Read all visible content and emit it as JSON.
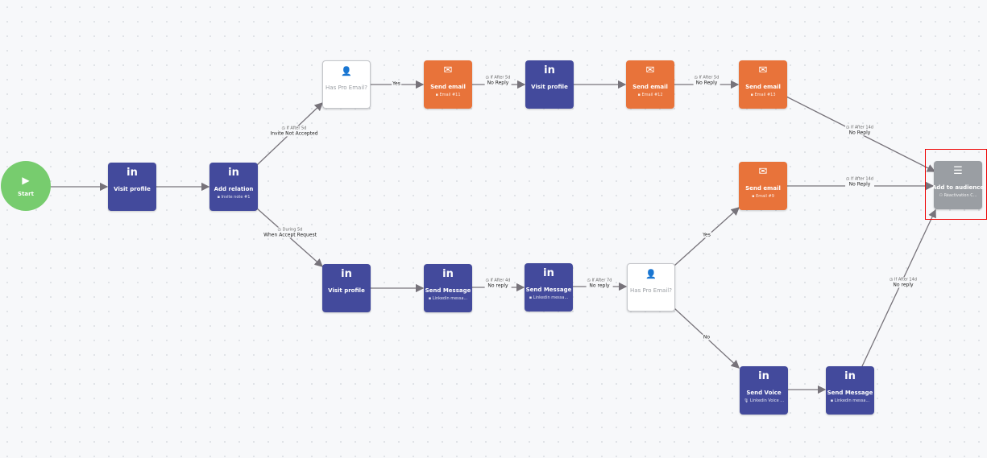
{
  "colors": {
    "linkedin": "#434a9c",
    "email": "#e8733a",
    "condition": "#ffffff",
    "audience": "#9a9ea3",
    "start": "#77cc6e",
    "selection": "#ee0000"
  },
  "start": {
    "label": "Start",
    "icon": "play-icon"
  },
  "nodes": [
    {
      "id": "visit1",
      "type": "linkedin",
      "icon": "linkedin-icon",
      "title": "Visit profile",
      "sub": ""
    },
    {
      "id": "addrel",
      "type": "linkedin",
      "icon": "linkedin-icon",
      "title": "Add relation",
      "sub": "Invite note #1"
    },
    {
      "id": "cond1",
      "type": "condition",
      "icon": "user-info-icon",
      "title": "Has Pro Email?",
      "sub": ""
    },
    {
      "id": "email11",
      "type": "email",
      "icon": "mail-icon",
      "title": "Send email",
      "sub": "Email #11"
    },
    {
      "id": "visit2",
      "type": "linkedin",
      "icon": "linkedin-icon",
      "title": "Visit profile",
      "sub": ""
    },
    {
      "id": "email12",
      "type": "email",
      "icon": "mail-icon",
      "title": "Send email",
      "sub": "Email #12"
    },
    {
      "id": "email13",
      "type": "email",
      "icon": "mail-icon",
      "title": "Send email",
      "sub": "Email #13"
    },
    {
      "id": "audience",
      "type": "audience",
      "icon": "list-add-icon",
      "title": "Add to audience",
      "sub": "Réactivation C..."
    },
    {
      "id": "email9",
      "type": "email",
      "icon": "mail-icon",
      "title": "Send email",
      "sub": "Email #9"
    },
    {
      "id": "visit3",
      "type": "linkedin",
      "icon": "linkedin-icon",
      "title": "Visit profile",
      "sub": ""
    },
    {
      "id": "msg1",
      "type": "linkedin",
      "icon": "linkedin-icon",
      "title": "Send Message",
      "sub": "Linkedin messa..."
    },
    {
      "id": "msg2",
      "type": "linkedin",
      "icon": "linkedin-icon",
      "title": "Send Message",
      "sub": "Linkedin messa..."
    },
    {
      "id": "cond2",
      "type": "condition",
      "icon": "user-info-icon",
      "title": "Has Pro Email?",
      "sub": ""
    },
    {
      "id": "voice",
      "type": "linkedin",
      "icon": "linkedin-icon",
      "title": "Send Voice",
      "sub": "Linkedin Voice ..."
    },
    {
      "id": "msg3",
      "type": "linkedin",
      "icon": "linkedin-icon",
      "title": "Send Message",
      "sub": "Linkedin messa..."
    }
  ],
  "edge_labels": [
    {
      "cond": "If After 5d",
      "main": "Invite Not Accepted"
    },
    {
      "cond": "During 5d",
      "main": "When Accept Request"
    },
    {
      "cond": "",
      "main": "Yes"
    },
    {
      "cond": "If After 5d",
      "main": "No Reply"
    },
    {
      "cond": "If After 5d",
      "main": "No Reply"
    },
    {
      "cond": "If After 14d",
      "main": "No Reply"
    },
    {
      "cond": "If After 14d",
      "main": "No Reply"
    },
    {
      "cond": "If After 4d",
      "main": "No reply"
    },
    {
      "cond": "If After 7d",
      "main": "No reply"
    },
    {
      "cond": "",
      "main": "Yes"
    },
    {
      "cond": "",
      "main": "No"
    },
    {
      "cond": "If After 14d",
      "main": "No reply"
    }
  ]
}
